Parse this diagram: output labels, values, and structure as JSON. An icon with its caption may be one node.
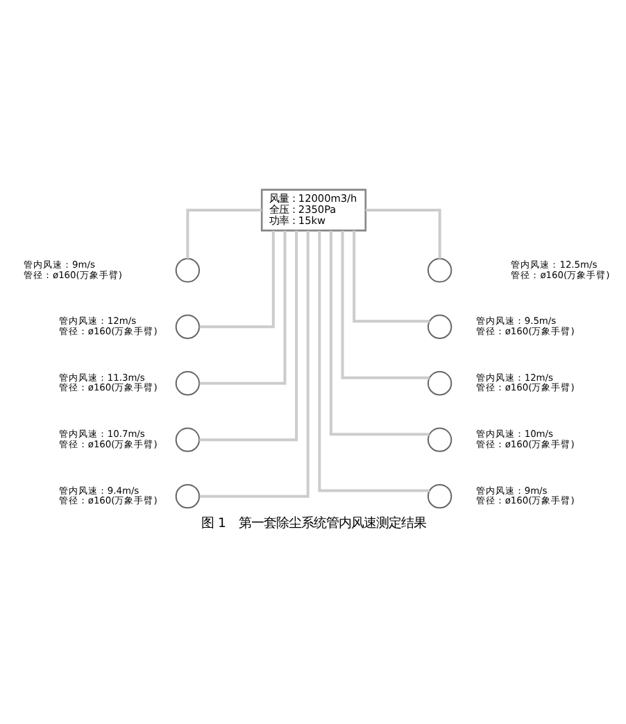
{
  "diagram": {
    "caption": "图 1　第一套除尘系统管内风速测定结果",
    "nodes": [
      {
        "text": [
          "风量：12000m3/h",
          "全压：2350Pa",
          "功率：15kw"
        ]
      },
      {
        "text": [],
        "shape": "circle",
        "beside": [
          "管内风速：9m/s",
          "管径：ø160(万象手臂)"
        ]
      },
      {
        "text": [],
        "shape": "circle",
        "beside": [
          "管内风速：12.5m/s",
          "管径：ø160(万象手臂)"
        ]
      },
      {
        "text": [],
        "shape": "circle",
        "beside": [
          "管内风速：12m/s",
          "管径：ø160(万象手臂)"
        ]
      },
      {
        "text": [],
        "shape": "circle",
        "beside": [
          "管内风速：9.5m/s",
          "管径：ø160(万象手臂)"
        ]
      },
      {
        "text": [],
        "shape": "circle",
        "beside": [
          "管内风速：11.3m/s",
          "管径：ø160(万象手臂)"
        ]
      },
      {
        "text": [],
        "shape": "circle",
        "beside": [
          "管内风速：12m/s",
          "管径：ø160(万象手臂)"
        ]
      },
      {
        "text": [],
        "shape": "circle",
        "beside": [
          "管内风速：10.7m/s",
          "管径：ø160(万象手臂)"
        ]
      },
      {
        "text": [],
        "shape": "circle",
        "beside": [
          "管内风速：10m/s",
          "管径：ø160(万象手臂)"
        ]
      },
      {
        "text": [],
        "shape": "circle",
        "beside": [
          "管内风速：9.4m/s",
          "管径：ø160(万象手臂)"
        ]
      },
      {
        "text": [],
        "shape": "circle",
        "beside": [
          "管内风速：9m/s",
          "管径：ø160(万象手臂)"
        ]
      }
    ],
    "edges": [
      {
        "from": 0,
        "to": 1,
        "arrow": "none"
      },
      {
        "from": 0,
        "to": 2,
        "arrow": "none"
      },
      {
        "from": 0,
        "to": 3,
        "arrow": "none"
      },
      {
        "from": 0,
        "to": 4,
        "arrow": "none"
      },
      {
        "from": 0,
        "to": 5,
        "arrow": "none"
      },
      {
        "from": 0,
        "to": 6,
        "arrow": "none"
      },
      {
        "from": 0,
        "to": 7,
        "arrow": "none"
      },
      {
        "from": 0,
        "to": 8,
        "arrow": "none"
      },
      {
        "from": 0,
        "to": 9,
        "arrow": "none"
      },
      {
        "from": 0,
        "to": 10,
        "arrow": "none"
      }
    ]
  }
}
